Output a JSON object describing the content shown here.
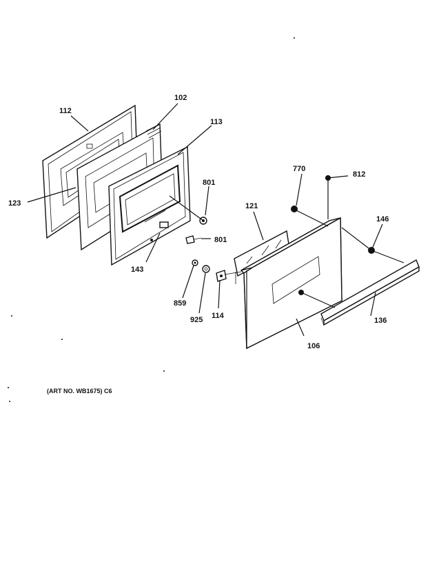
{
  "diagram": {
    "labels": {
      "p112": "112",
      "p102": "102",
      "p113": "113",
      "p123": "123",
      "p801a": "801",
      "p801b": "801",
      "p143": "143",
      "p770": "770",
      "p812": "812",
      "p121": "121",
      "p146": "146",
      "p859": "859",
      "p925": "925",
      "p114": "114",
      "p136": "136",
      "p106": "106"
    },
    "art_number": "(ART NO. WB1675) C6"
  }
}
